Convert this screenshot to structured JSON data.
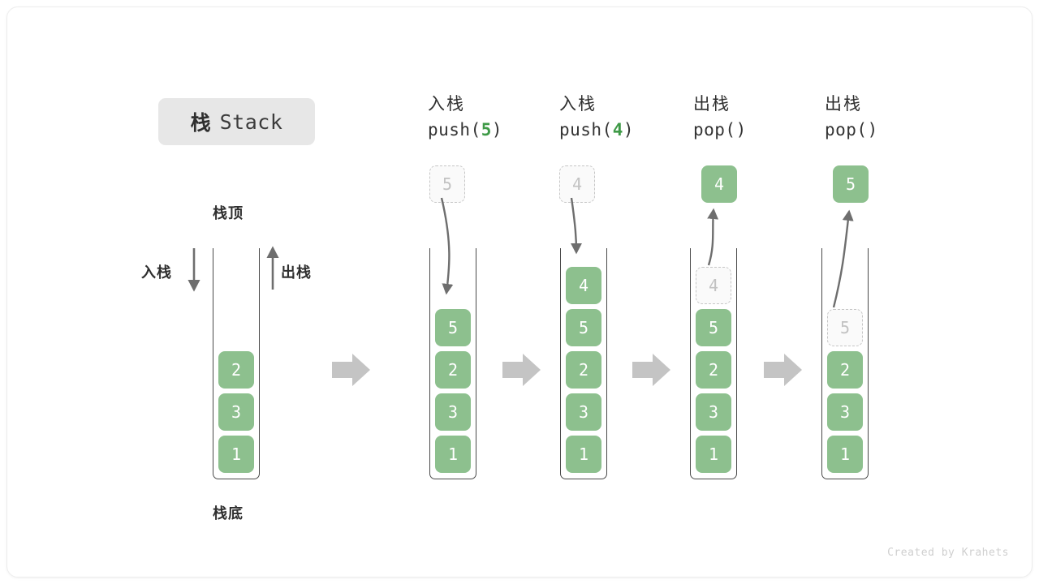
{
  "title": {
    "cn": "栈",
    "en": "Stack"
  },
  "labels": {
    "top": "栈顶",
    "bottom": "栈底",
    "push": "入栈",
    "pop": "出栈"
  },
  "colors": {
    "element_fill": "#8dc08e",
    "element_text": "#ffffff",
    "ghost_fill": "#fafafa",
    "ghost_border": "#c6c6c6",
    "ghost_text": "#c2c2c2",
    "container_stroke": "#4a4a4a",
    "flow_arrow": "#c4c4c4",
    "op_arrow": "#6e6e6e",
    "badge_bg": "#e7e7e7",
    "code_accent": "#3f9a47"
  },
  "columns": [
    {
      "id": "initial",
      "header_cn": "",
      "header_code": "",
      "header_code_num": "",
      "stack": [
        "2",
        "3",
        "1"
      ],
      "floating": null,
      "inner_ghost": null
    },
    {
      "id": "push-5",
      "header_cn": "入栈",
      "header_code_pre": "push(",
      "header_code_num": "5",
      "header_code_post": ")",
      "floating": {
        "value": "5",
        "style": "ghost"
      },
      "stack": [
        "5",
        "2",
        "3",
        "1"
      ],
      "inner_ghost": null
    },
    {
      "id": "push-4",
      "header_cn": "入栈",
      "header_code_pre": "push(",
      "header_code_num": "4",
      "header_code_post": ")",
      "floating": {
        "value": "4",
        "style": "ghost"
      },
      "stack": [
        "4",
        "5",
        "2",
        "3",
        "1"
      ],
      "inner_ghost": null
    },
    {
      "id": "pop-1",
      "header_cn": "出栈",
      "header_code_pre": "pop(",
      "header_code_num": "",
      "header_code_post": ")",
      "floating": {
        "value": "4",
        "style": "solid"
      },
      "inner_ghost": "4",
      "stack": [
        "5",
        "2",
        "3",
        "1"
      ]
    },
    {
      "id": "pop-2",
      "header_cn": "出栈",
      "header_code_pre": "pop(",
      "header_code_num": "",
      "header_code_post": ")",
      "floating": {
        "value": "5",
        "style": "solid"
      },
      "inner_ghost": "5",
      "stack": [
        "2",
        "3",
        "1"
      ]
    }
  ],
  "footer": "Created by Krahets"
}
